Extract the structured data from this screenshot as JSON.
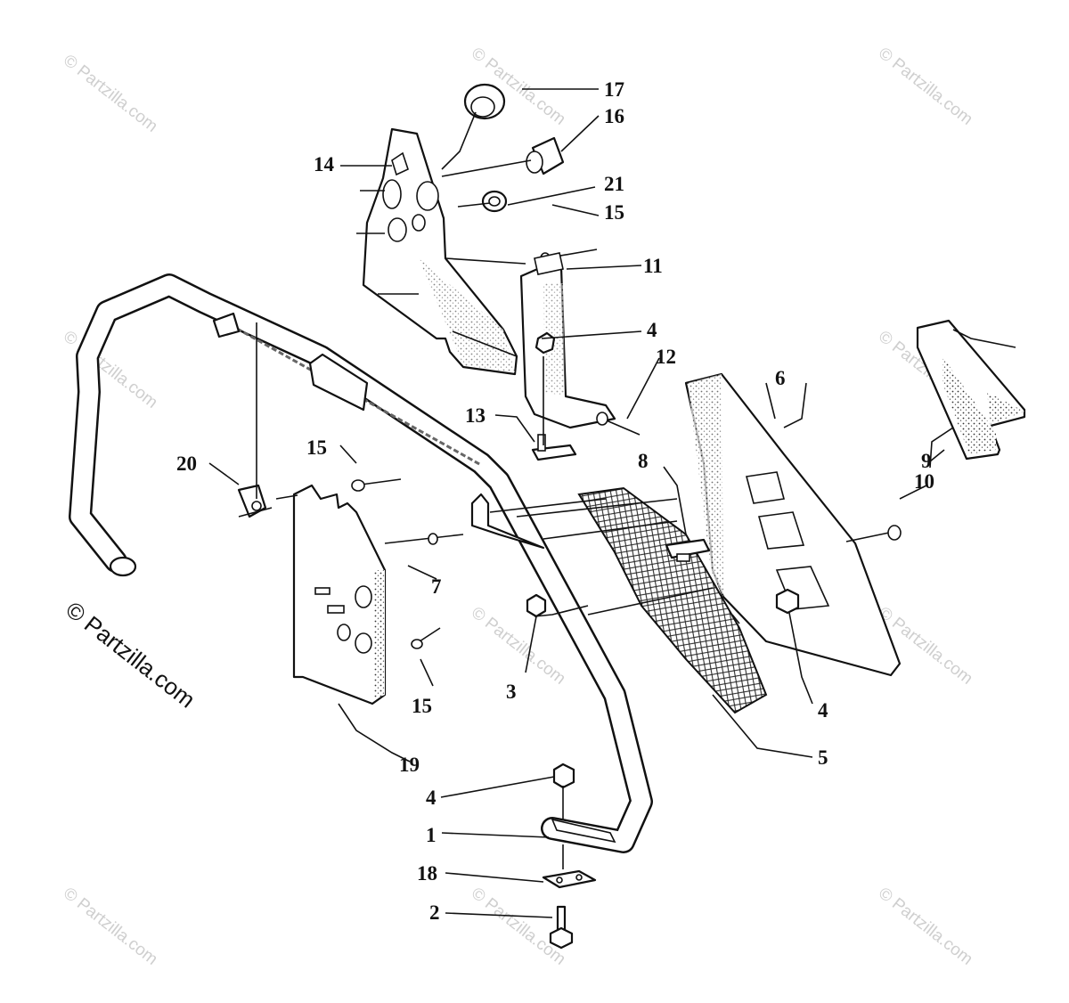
{
  "callouts": [
    {
      "label": "1"
    },
    {
      "label": "2"
    },
    {
      "label": "3"
    },
    {
      "label": "4"
    },
    {
      "label": "4"
    },
    {
      "label": "4"
    },
    {
      "label": "5"
    },
    {
      "label": "6"
    },
    {
      "label": "7"
    },
    {
      "label": "8"
    },
    {
      "label": "9"
    },
    {
      "label": "10"
    },
    {
      "label": "11"
    },
    {
      "label": "12"
    },
    {
      "label": "13"
    },
    {
      "label": "14"
    },
    {
      "label": "15"
    },
    {
      "label": "15"
    },
    {
      "label": "15"
    },
    {
      "label": "16"
    },
    {
      "label": "17"
    },
    {
      "label": "18"
    },
    {
      "label": "19"
    },
    {
      "label": "20"
    },
    {
      "label": "21"
    }
  ],
  "watermark": {
    "text": "© Partzilla.com",
    "main_text": "© Partzilla.com"
  },
  "colors": {
    "ink": "#111111",
    "watermark": "#cfcfcf",
    "background": "#ffffff"
  }
}
